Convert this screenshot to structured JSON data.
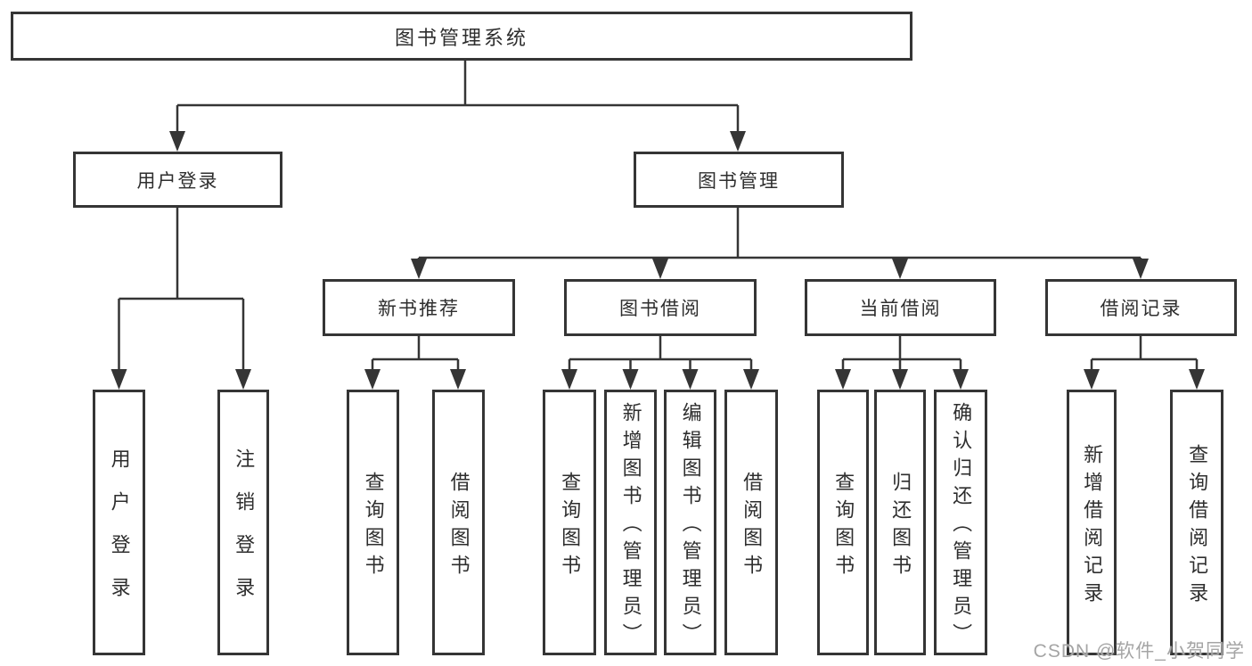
{
  "tree": {
    "label": "图书管理系统",
    "children": [
      {
        "label": "用户登录",
        "children": [
          {
            "label": "用户登录"
          },
          {
            "label": "注销登录"
          }
        ]
      },
      {
        "label": "图书管理",
        "children": [
          {
            "label": "新书推荐",
            "children": [
              {
                "label": "查询图书"
              },
              {
                "label": "借阅图书"
              }
            ]
          },
          {
            "label": "图书借阅",
            "children": [
              {
                "label": "查询图书"
              },
              {
                "label": "新增图书（管理员）"
              },
              {
                "label": "编辑图书（管理员）"
              },
              {
                "label": "借阅图书"
              }
            ]
          },
          {
            "label": "当前借阅",
            "children": [
              {
                "label": "查询图书"
              },
              {
                "label": "归还图书"
              },
              {
                "label": "确认归还（管理员）"
              }
            ]
          },
          {
            "label": "借阅记录",
            "children": [
              {
                "label": "新增借阅记录"
              },
              {
                "label": "查询借阅记录"
              }
            ]
          }
        ]
      }
    ]
  },
  "watermark": {
    "text": "CSDN @软件_小贺同学"
  },
  "colors": {
    "line": "#353535",
    "text": "#2e2e2e",
    "box_background": "#ffffff",
    "watermark": "#a5a5a5",
    "background": "#ffffff"
  }
}
